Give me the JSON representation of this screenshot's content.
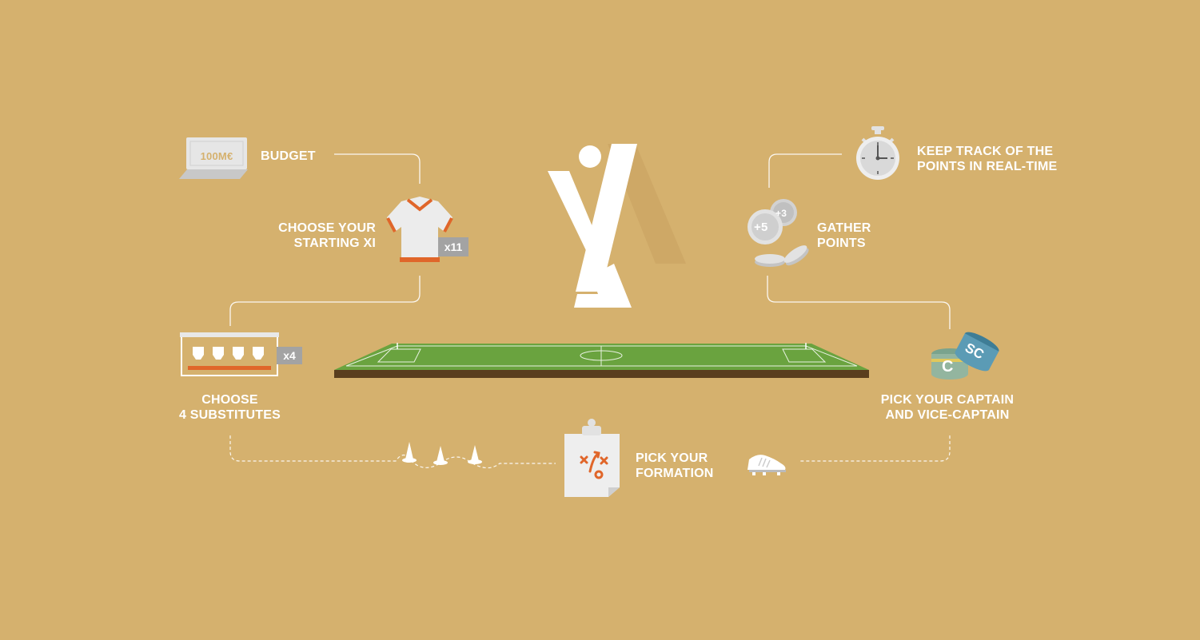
{
  "steps": {
    "budget": {
      "label": "BUDGET",
      "note_value": "100M€"
    },
    "starting_xi": {
      "line1": "CHOOSE YOUR",
      "line2": "STARTING XI",
      "count": "x11"
    },
    "substitutes": {
      "line1": "CHOOSE",
      "line2": "4 SUBSTITUTES",
      "count": "x4"
    },
    "formation": {
      "line1": "PICK YOUR",
      "line2": "FORMATION"
    },
    "captain": {
      "line1": "PICK YOUR CAPTAIN",
      "line2": "AND VICE-CAPTAIN",
      "armband_c": "C",
      "armband_sc": "SC"
    },
    "points": {
      "line1": "GATHER",
      "line2": "POINTS",
      "coin_a": "+5",
      "coin_b": "+3"
    },
    "realtime": {
      "line1": "KEEP TRACK OF THE",
      "line2": "POINTS IN REAL-TIME"
    }
  },
  "colors": {
    "background": "#d5b16e",
    "pitch_green": "#6aa33f",
    "pitch_dark": "#5a3e1e",
    "accent_orange": "#e0662a",
    "connector": "#ffffff"
  },
  "icons": [
    "banknote-icon",
    "jersey-icon",
    "bench-icon",
    "cone-icon",
    "clipboard-icon",
    "boot-icon",
    "armband-icon",
    "coins-icon",
    "stopwatch-icon",
    "logo-icon"
  ]
}
